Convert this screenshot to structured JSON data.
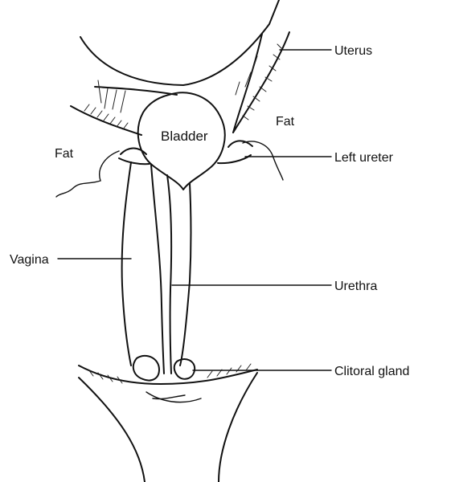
{
  "diagram": {
    "labels": {
      "uterus": "Uterus",
      "fat_right": "Fat",
      "fat_left": "Fat",
      "bladder": "Bladder",
      "left_ureter": "Left ureter",
      "vagina": "Vagina",
      "urethra": "Urethra",
      "clitoral_gland": "Clitoral gland"
    }
  }
}
